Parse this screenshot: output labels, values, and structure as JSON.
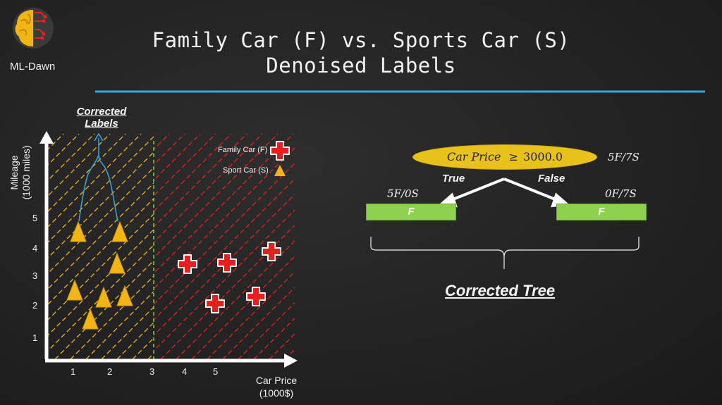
{
  "brand": {
    "name": "ML-Dawn",
    "logo_icon": "brain-circuit-icon"
  },
  "title": {
    "line1": "Family Car (F) vs. Sports Car (S)",
    "line2": "Denoised Labels"
  },
  "colors": {
    "title_rule": "#39a9dc",
    "yellow": "#f2b514",
    "red": "#e8201d",
    "green_split": "#7ed24a",
    "leaf_green": "#8cd24f",
    "root_yellow": "#e8c21a"
  },
  "plot": {
    "corrected_labels_line1": "Corrected",
    "corrected_labels_line2": "Labels",
    "y_axis_title_line1": "Mileage",
    "y_axis_title_line2": "(1000 miles)",
    "x_axis_title_line1": "Car Price",
    "x_axis_title_line2": "(1000$)",
    "x_ticks": [
      "1",
      "2",
      "3",
      "4",
      "5"
    ],
    "y_ticks": [
      "1",
      "2",
      "3",
      "4",
      "5"
    ],
    "legend": [
      {
        "label": "Family Car (F)",
        "icon": "red-cross-icon"
      },
      {
        "label": "Sport Car (S)",
        "icon": "yellow-triangle-icon"
      }
    ],
    "split_value": 3,
    "region_left_color": "yellow",
    "region_right_color": "red"
  },
  "tree": {
    "root_label": "Car Price",
    "root_operator": "≥",
    "root_threshold": "3000.0",
    "root_counts": "5F/7S",
    "true_label": "True",
    "false_label": "False",
    "left_counts": "5F/0S",
    "right_counts": "0F/7S",
    "left_leaf": "F",
    "right_leaf": "F",
    "caption": "Corrected Tree"
  }
}
